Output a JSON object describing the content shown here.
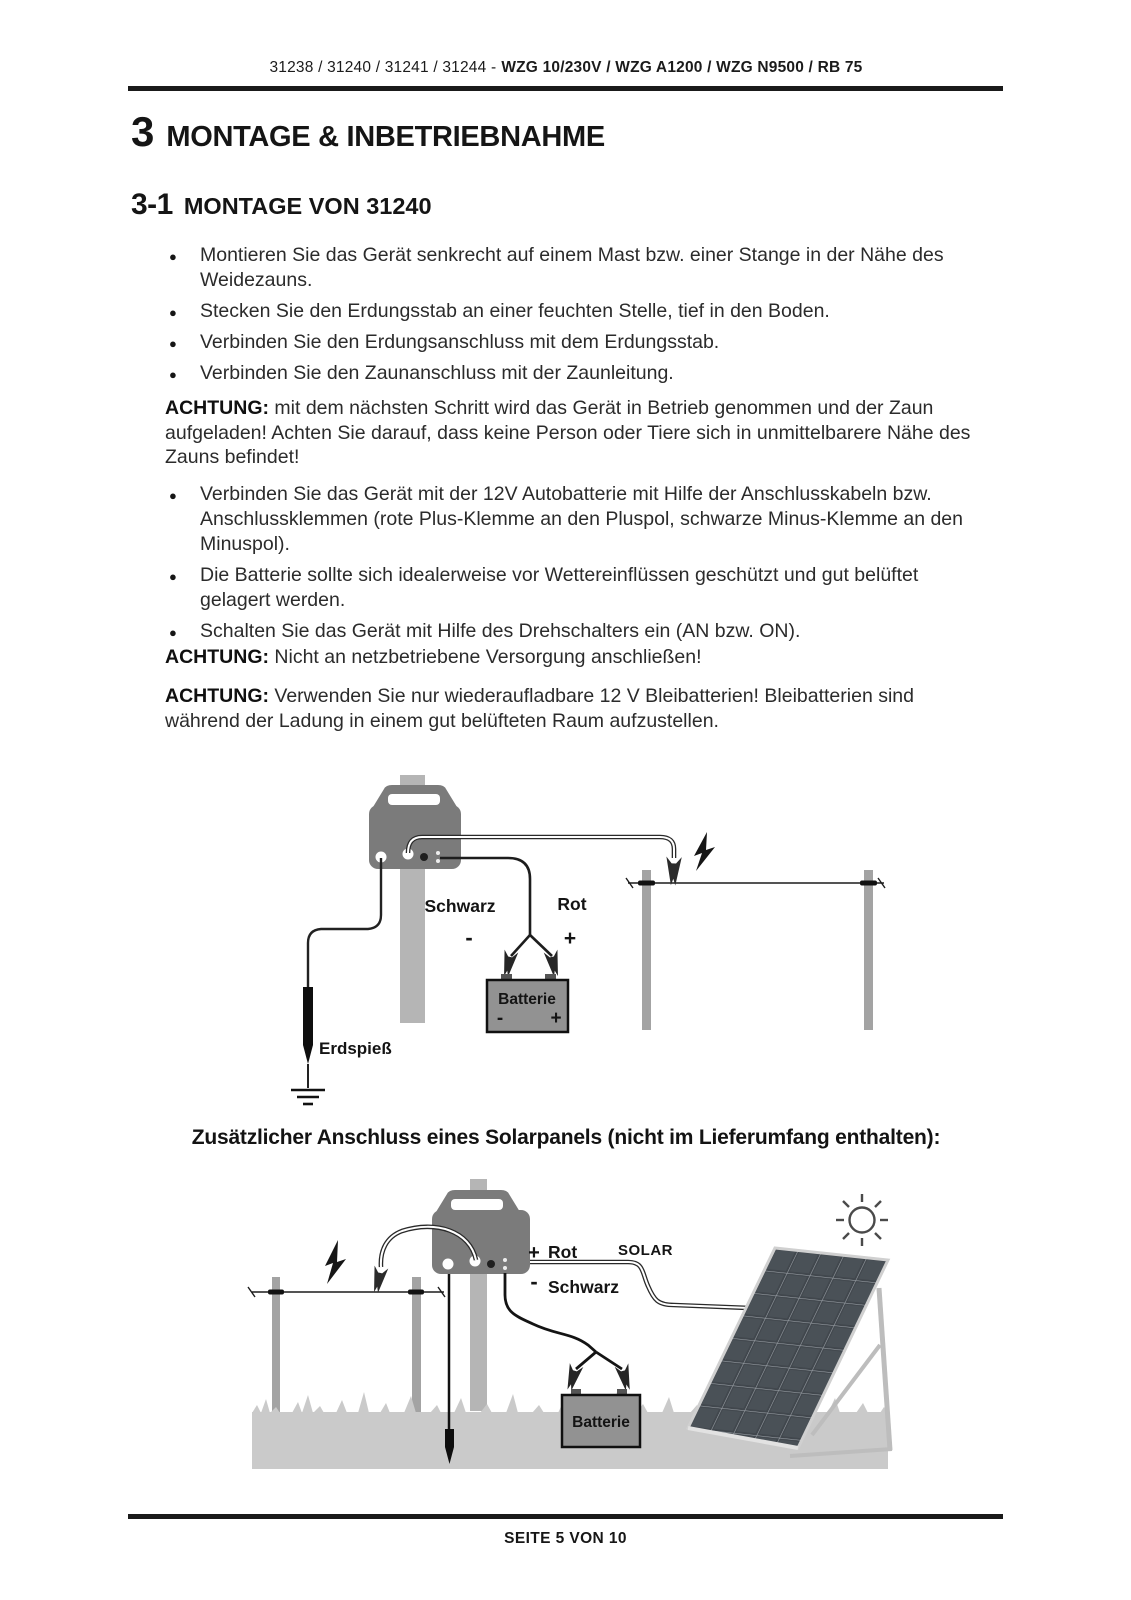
{
  "header": {
    "models": "31238 / 31240 / 31241 / 31244 -",
    "names": "WZG 10/230V / WZG A1200 / WZG N9500 / RB 75"
  },
  "title": {
    "number": "3",
    "label": "MONTAGE & INBETRIEBNAHME"
  },
  "section": {
    "number": "3-1",
    "label": "MONTAGE VON 31240"
  },
  "icons": {
    "bullet": "●"
  },
  "steps_before": [
    "Montieren Sie das Gerät senkrecht auf einem Mast bzw. einer Stange in der Nähe des Weidezauns.",
    "Stecken Sie den Erdungsstab an einer feuchten Stelle, tief in den Boden.",
    "Verbinden Sie den Erdungsanschluss mit dem Erdungsstab.",
    "Verbinden Sie den Zaunanschluss mit der Zaunleitung."
  ],
  "warning_power_on": {
    "label": "ACHTUNG:",
    "text": "mit dem nächsten Schritt wird das Gerät in Betrieb genommen und der Zaun aufgeladen! Achten Sie darauf, dass keine Person oder Tiere sich in unmittelbarere Nähe des Zauns befindet!"
  },
  "steps_battery": [
    "Verbinden Sie das Gerät mit der 12V Autobatterie mit Hilfe der Anschlusskabeln bzw. Anschlussklemmen (rote Plus-Klemme an den Pluspol, schwarze Minus-Klemme an den Minuspol).",
    "Die Batterie sollte sich idealerweise vor Wettereinflüssen geschützt und gut belüftet gelagert werden.",
    "Schalten Sie das Gerät mit Hilfe des Drehschalters ein (AN bzw. ON)."
  ],
  "warning_mains": {
    "label": "ACHTUNG:",
    "text": "Nicht an netzbetriebene Versorgung anschließen!"
  },
  "warning_battery_type": {
    "label": "ACHTUNG:",
    "text": "Verwenden Sie nur wiederaufladbare 12 V Bleibatterien! Bleibatterien sind während der Ladung in einem gut belüfteten Raum aufzustellen."
  },
  "diagram_battery": {
    "label_black": "Schwarz",
    "minus": "-",
    "label_red": "Rot",
    "plus": "+",
    "battery": "Batterie",
    "battery_minus": "-",
    "battery_plus": "+",
    "ground_rod": "Erdspieß"
  },
  "solar_heading": "Zusätzlicher Anschluss eines Solarpanels (nicht im Lieferumfang enthalten):",
  "diagram_solar": {
    "plus": "+",
    "label_red": "Rot",
    "solar": "SOLAR",
    "minus": "-",
    "label_black": "Schwarz",
    "battery": "Batterie"
  },
  "footer": {
    "page": "SEITE 5 VON 10"
  },
  "colors": {
    "plus_blue": "#4878a8",
    "solar_text": "#1c2b4a",
    "device_gray": "#7b7b7b",
    "post_gray": "#b5b5b5",
    "fence_post_gray": "#a3a3a3",
    "battery_gray": "#929292",
    "ground_gray": "#cacaca",
    "rule_black": "#1a1a1a"
  }
}
